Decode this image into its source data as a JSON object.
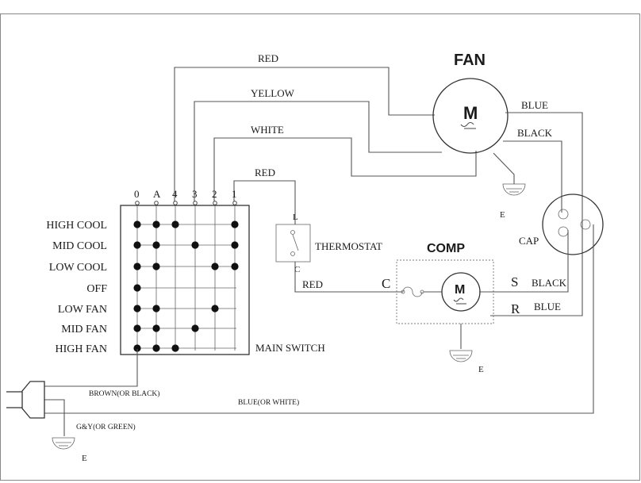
{
  "colors": {
    "line": "#555555",
    "text": "#1a1a1a",
    "dot": "#111111",
    "background": "#ffffff"
  },
  "fan": {
    "title": "FAN",
    "motor_letter": "M",
    "wire_blue": "BLUE",
    "wire_black": "BLACK",
    "ground": "E"
  },
  "comp": {
    "title": "COMP",
    "motor_letter": "M",
    "terminal_c": "C",
    "terminal_s": "S",
    "terminal_r": "R",
    "wire_black": "BLACK",
    "wire_blue": "BLUE",
    "ground": "E"
  },
  "cap": {
    "label": "CAP"
  },
  "thermostat": {
    "label": "THERMOSTAT",
    "terminal_l": "L",
    "terminal_c": "C",
    "wire_in": "RED",
    "wire_out": "RED"
  },
  "wires": {
    "red": "RED",
    "yellow": "YELLOW",
    "white": "WHITE"
  },
  "switch": {
    "label": "MAIN SWITCH",
    "terminals": [
      "0",
      "A",
      "4",
      "3",
      "2",
      "1"
    ],
    "modes": [
      "HIGH COOL",
      "MID COOL",
      "LOW COOL",
      "OFF",
      "LOW FAN",
      "MID FAN",
      "HIGH FAN"
    ],
    "matrix": [
      [
        1,
        1,
        1,
        0,
        0,
        1
      ],
      [
        1,
        1,
        0,
        1,
        0,
        1
      ],
      [
        1,
        1,
        0,
        0,
        1,
        1
      ],
      [
        1,
        0,
        0,
        0,
        0,
        0
      ],
      [
        1,
        1,
        0,
        0,
        1,
        0
      ],
      [
        1,
        1,
        0,
        1,
        0,
        0
      ],
      [
        1,
        1,
        1,
        0,
        0,
        0
      ]
    ]
  },
  "plug": {
    "wire_hot": "BROWN(OR BLACK)",
    "wire_neutral": "BLUE(OR WHITE)",
    "wire_ground": "G&Y(OR GREEN)",
    "ground": "E"
  }
}
